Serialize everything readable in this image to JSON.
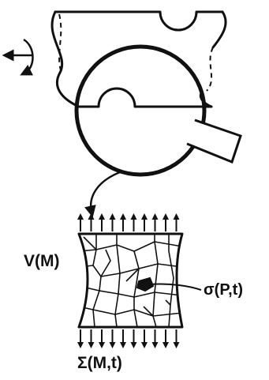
{
  "figure": {
    "label_volume": "V(M)",
    "label_stress_local": "σ(P,t)",
    "label_stress_macro": "Σ(M,t)"
  },
  "colors": {
    "ink": "#111111",
    "background": "#ffffff"
  },
  "icons": [
    "rotation-arrow-icon",
    "magnifier-lens-icon",
    "pointer-arrow-icon"
  ]
}
